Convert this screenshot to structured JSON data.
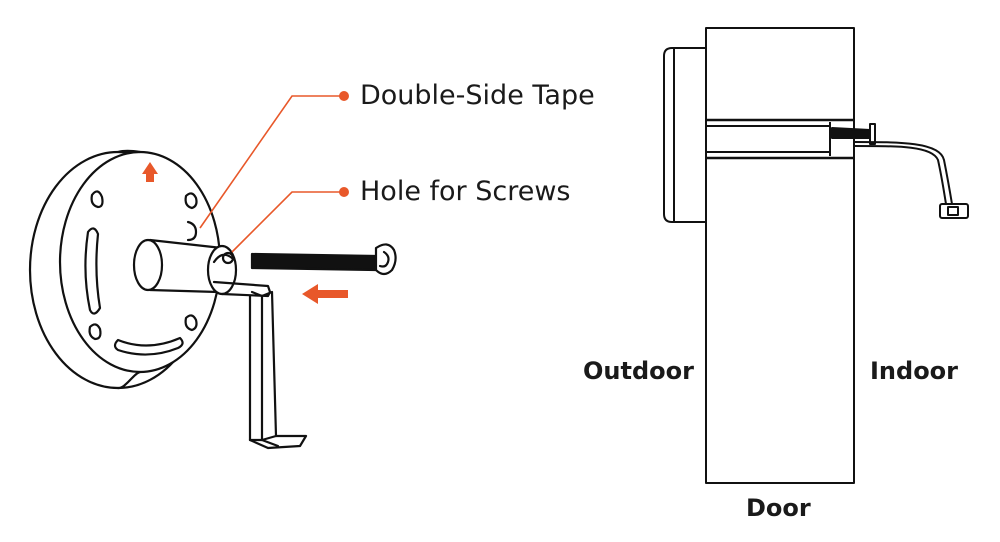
{
  "callouts": {
    "tape": "Double-Side Tape",
    "screws": "Hole for Screws"
  },
  "door_labels": {
    "outdoor": "Outdoor",
    "indoor": "Indoor",
    "door": "Door"
  },
  "colors": {
    "accent": "#e8582a",
    "line": "#111111"
  }
}
